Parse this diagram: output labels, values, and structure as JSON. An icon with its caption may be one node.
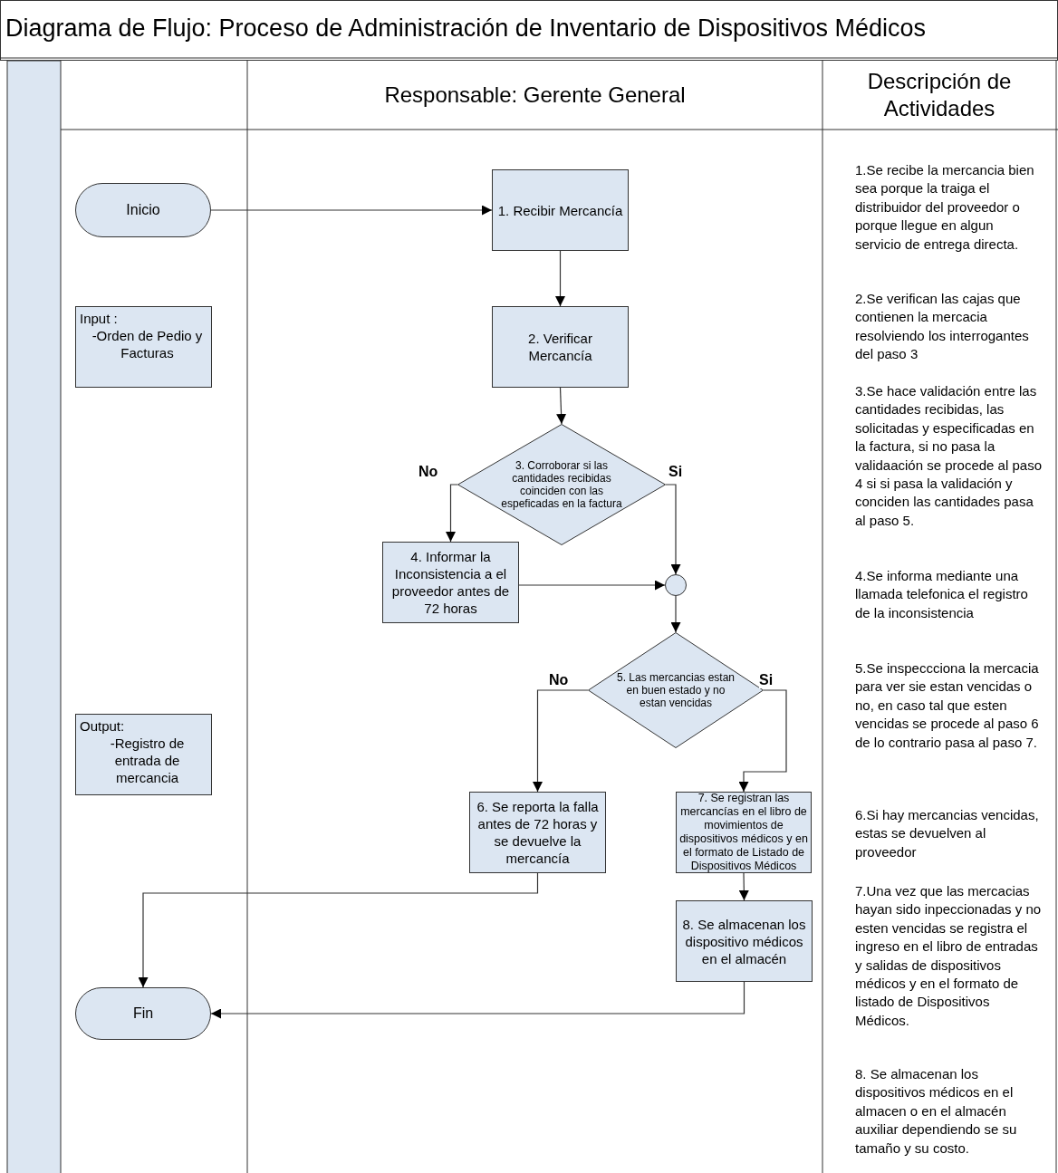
{
  "diagram": {
    "title": "Diagrama de Flujo: Proceso de Administración de Inventario de Dispositivos Médicos",
    "nodes": [
      {
        "text": [
          "Inicio"
        ]
      },
      {
        "text": [
          "1. Recibir Mercancía"
        ]
      },
      {
        "text": [
          "Input :",
          "-Orden de Pedio y Facturas"
        ]
      },
      {
        "text": [
          "2. Verificar Mercancía"
        ]
      },
      {
        "text": [
          "3. Corroborar si las cantidades recibidas coinciden con las espeficadas en la factura"
        ]
      },
      {
        "text": [
          "4. Informar la Inconsistencia a el proveedor antes de 72 horas"
        ]
      },
      {
        "text": [],
        "shape": "circle"
      },
      {
        "text": [
          "5. Las mercancias estan en buen estado y no estan vencidas"
        ]
      },
      {
        "text": [
          "Output:",
          "-Registro de entrada de mercancia"
        ]
      },
      {
        "text": [
          "6. Se reporta la falla antes de 72 horas y se devuelve la mercancía"
        ]
      },
      {
        "text": [
          "7. Se registran las mercancías en el libro de movimientos de dispositivos médicos y en el formato de Listado de Dispositivos Médicos"
        ]
      },
      {
        "text": [
          "8. Se almacenan los dispositivo médicos en el almacén"
        ]
      },
      {
        "text": [
          "Fin"
        ]
      }
    ],
    "edges": [
      {
        "from": 0,
        "to": 1,
        "arrow": "to"
      },
      {
        "from": 1,
        "to": 3,
        "arrow": "to"
      },
      {
        "from": 3,
        "to": 4,
        "arrow": "to"
      },
      {
        "from": 4,
        "to": 5,
        "arrow": "to",
        "label": "No"
      },
      {
        "from": 4,
        "to": 6,
        "arrow": "to",
        "label": "Si"
      },
      {
        "from": 5,
        "to": 6,
        "arrow": "to"
      },
      {
        "from": 6,
        "to": 7,
        "arrow": "to"
      },
      {
        "from": 7,
        "to": 9,
        "arrow": "to",
        "label": "No"
      },
      {
        "from": 7,
        "to": 10,
        "arrow": "to",
        "label": "Si"
      },
      {
        "from": 10,
        "to": 11,
        "arrow": "to"
      },
      {
        "from": 9,
        "to": 12,
        "arrow": "to"
      },
      {
        "from": 11,
        "to": 12,
        "arrow": "to"
      }
    ],
    "labels": [
      "Responsable: Gerente General",
      "Descripción de Actividades",
      "1.Se recibe la mercancia bien sea porque la traiga el distribuidor del proveedor o porque llegue en algun servicio de entrega directa.",
      "2.Se verifican las cajas que contienen la mercacia resolviendo los interrogantes del paso 3",
      "3.Se hace validación entre las cantidades recibidas, las solicitadas y especificadas en la factura, si no pasa la validaación se procede al paso 4 si si pasa la validación y conciden las cantidades pasa al paso 5.",
      "4.Se informa mediante una llamada telefonica el registro de la inconsistencia",
      "5.Se inspeccciona la mercacia para ver sie estan vencidas o no, en caso tal que esten vencidas se procede al paso 6 de lo contrario pasa al paso 7.",
      "6.Si hay mercancias vencidas, estas se devuelven al proveedor",
      "7.Una vez que las mercacias hayan sido inpeccionadas y no esten vencidas se registra el ingreso en el libro de entradas y salidas de dispositivos médicos y en el formato de listado de Dispositivos Médicos.",
      "8. Se almacenan los dispositivos médicos en el almacen o en el almacén auxiliar dependiendo se su tamaño y su costo."
    ]
  }
}
